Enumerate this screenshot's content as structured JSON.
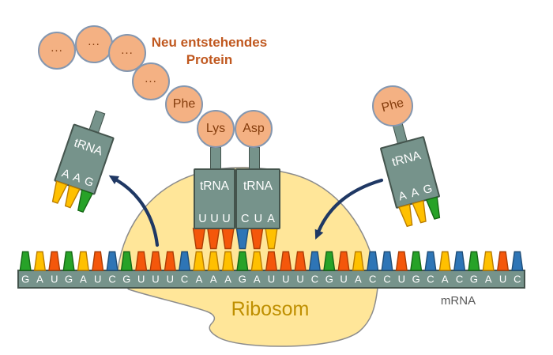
{
  "caption": {
    "text": "Neu entstehendes Protein"
  },
  "protein_chain": {
    "residues": [
      "...",
      "...",
      "...",
      "...",
      "Phe",
      "Lys",
      "Asp"
    ]
  },
  "incoming": {
    "amino": "Phe"
  },
  "trna": {
    "label": "tRNA",
    "bound": [
      {
        "anticodon": "UUU"
      },
      {
        "anticodon": "CUA"
      }
    ],
    "leaving": {
      "anticodon": "AAG"
    },
    "arriving": {
      "anticodon": "AAG"
    }
  },
  "mrna": {
    "sequence": "GAUGAUCGUUUCAAAGAUUUCGUACCUGCACGAUC",
    "label": "mRNA"
  },
  "ribosome": {
    "label": "Ribosom"
  },
  "nucleotide_colors": {
    "A": {
      "fill": "#FFC000",
      "stroke": "#BA7D00"
    },
    "U": {
      "fill": "#F4570B",
      "stroke": "#AD3E06"
    },
    "G": {
      "fill": "#27A228",
      "stroke": "#156815"
    },
    "C": {
      "fill": "#2E75B6",
      "stroke": "#1F4E79"
    }
  },
  "palette": {
    "trna_box": "#76938B",
    "trna_border": "#44544D",
    "amino_fill": "#F4B183",
    "amino_border": "#8497B0",
    "amino_text": "#843C0C",
    "ribosome_fill": "#FFE699",
    "ribosome_border": "#8C8C8C",
    "ribosome_text": "#BF8F00",
    "arrow": "#1F3864",
    "mrna_text": "#595959",
    "caption_text": "#C0581F"
  }
}
